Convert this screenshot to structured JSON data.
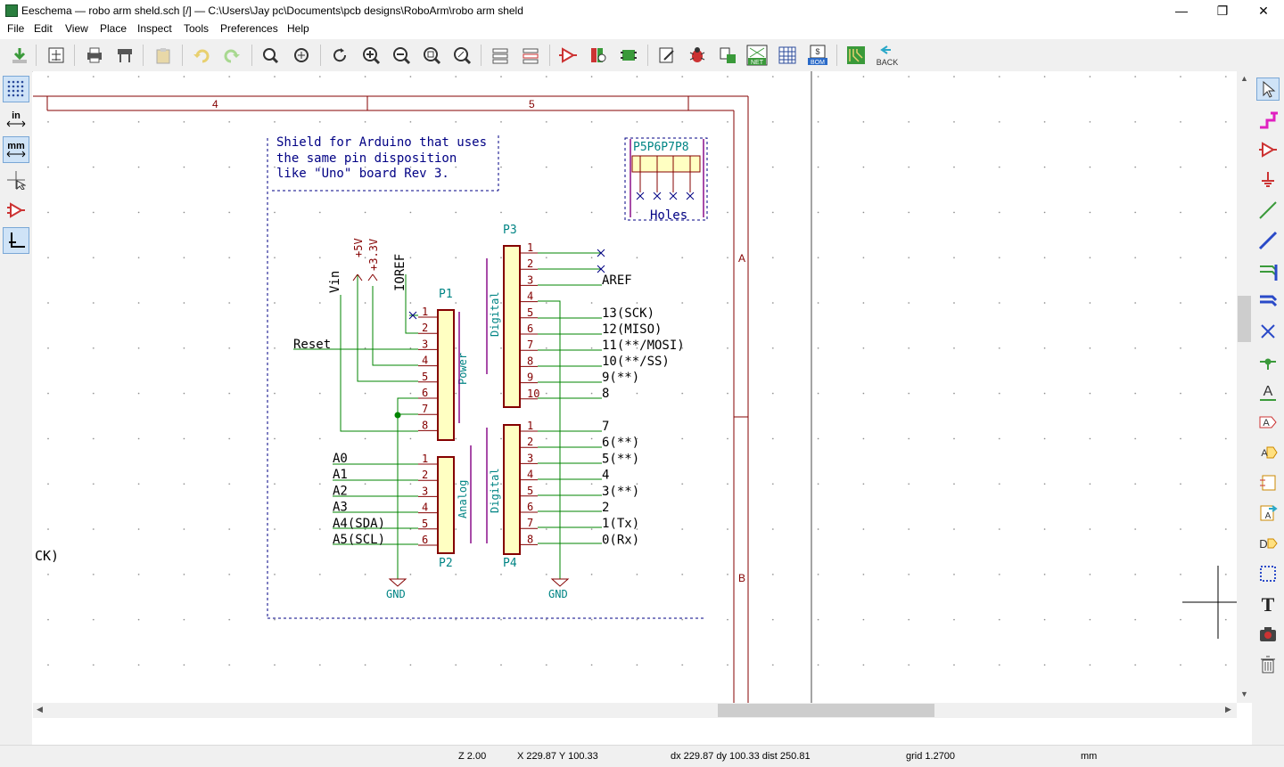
{
  "window": {
    "title": "Eeschema — robo arm sheld.sch [/] — C:\\Users\\Jay pc\\Documents\\pcb designs\\RoboArm\\robo arm sheld",
    "minimize": "—",
    "restore": "❐",
    "close": "✕"
  },
  "menu": [
    "File",
    "Edit",
    "View",
    "Place",
    "Inspect",
    "Tools",
    "Preferences",
    "Help"
  ],
  "toolbar": {
    "net_label": "NET",
    "bom_label": "BOM",
    "back_label": "BACK"
  },
  "left_toolbar": {
    "in_label": "in",
    "mm_label": "mm"
  },
  "schematic": {
    "frame_col_4": "4",
    "frame_col_5": "5",
    "frame_row_a": "A",
    "frame_row_b": "B",
    "note_line1": "Shield for Arduino that uses",
    "note_line2": "the same pin disposition",
    "note_line3": "like \"Uno\" board Rev 3.",
    "holes_refs": "P5P6P7P8",
    "holes_label": "Holes",
    "offsheet_text": "CK)",
    "p1_ref": "P1",
    "p1_value": "Power",
    "p2_ref": "P2",
    "p2_value": "Analog",
    "p3_ref": "P3",
    "p3_value": "Digital",
    "p4_ref": "P4",
    "p4_value": "Digital",
    "p1_pins": [
      "1",
      "2",
      "3",
      "4",
      "5",
      "6",
      "7",
      "8"
    ],
    "p2_pins": [
      "1",
      "2",
      "3",
      "4",
      "5",
      "6"
    ],
    "p3_pins": [
      "1",
      "2",
      "3",
      "4",
      "5",
      "6",
      "7",
      "8",
      "9",
      "10"
    ],
    "p4_pins": [
      "1",
      "2",
      "3",
      "4",
      "5",
      "6",
      "7",
      "8"
    ],
    "power_labels": {
      "vin": "Vin",
      "plus5v": "+5V",
      "plus33v": "+3.3V",
      "ioref": "IOREF",
      "reset": "Reset",
      "gnd_left": "GND",
      "gnd_right": "GND"
    },
    "analog_labels": [
      "A0",
      "A1",
      "A2",
      "A3",
      "A4(SDA)",
      "A5(SCL)"
    ],
    "p3_labels": [
      "AREF",
      "13(SCK)",
      "12(MISO)",
      "11(**/MOSI)",
      "10(**/SS)",
      "9(**)",
      "8"
    ],
    "p4_labels": [
      "7",
      "6(**)",
      "5(**)",
      "4",
      "3(**)",
      "2",
      "1(Tx)",
      "0(Rx)"
    ]
  },
  "status": {
    "zoom": "Z 2.00",
    "cursor": "X 229.87  Y 100.33",
    "delta": "dx 229.87  dy 100.33  dist 250.81",
    "grid": "grid 1.2700",
    "units": "mm"
  },
  "colors": {
    "wire": "#008400",
    "pin": "#840000",
    "body_fill": "#ffffc2",
    "frame": "#840000",
    "text_blue": "#000084",
    "ref_teal": "#008484",
    "footprint": "#840084"
  }
}
